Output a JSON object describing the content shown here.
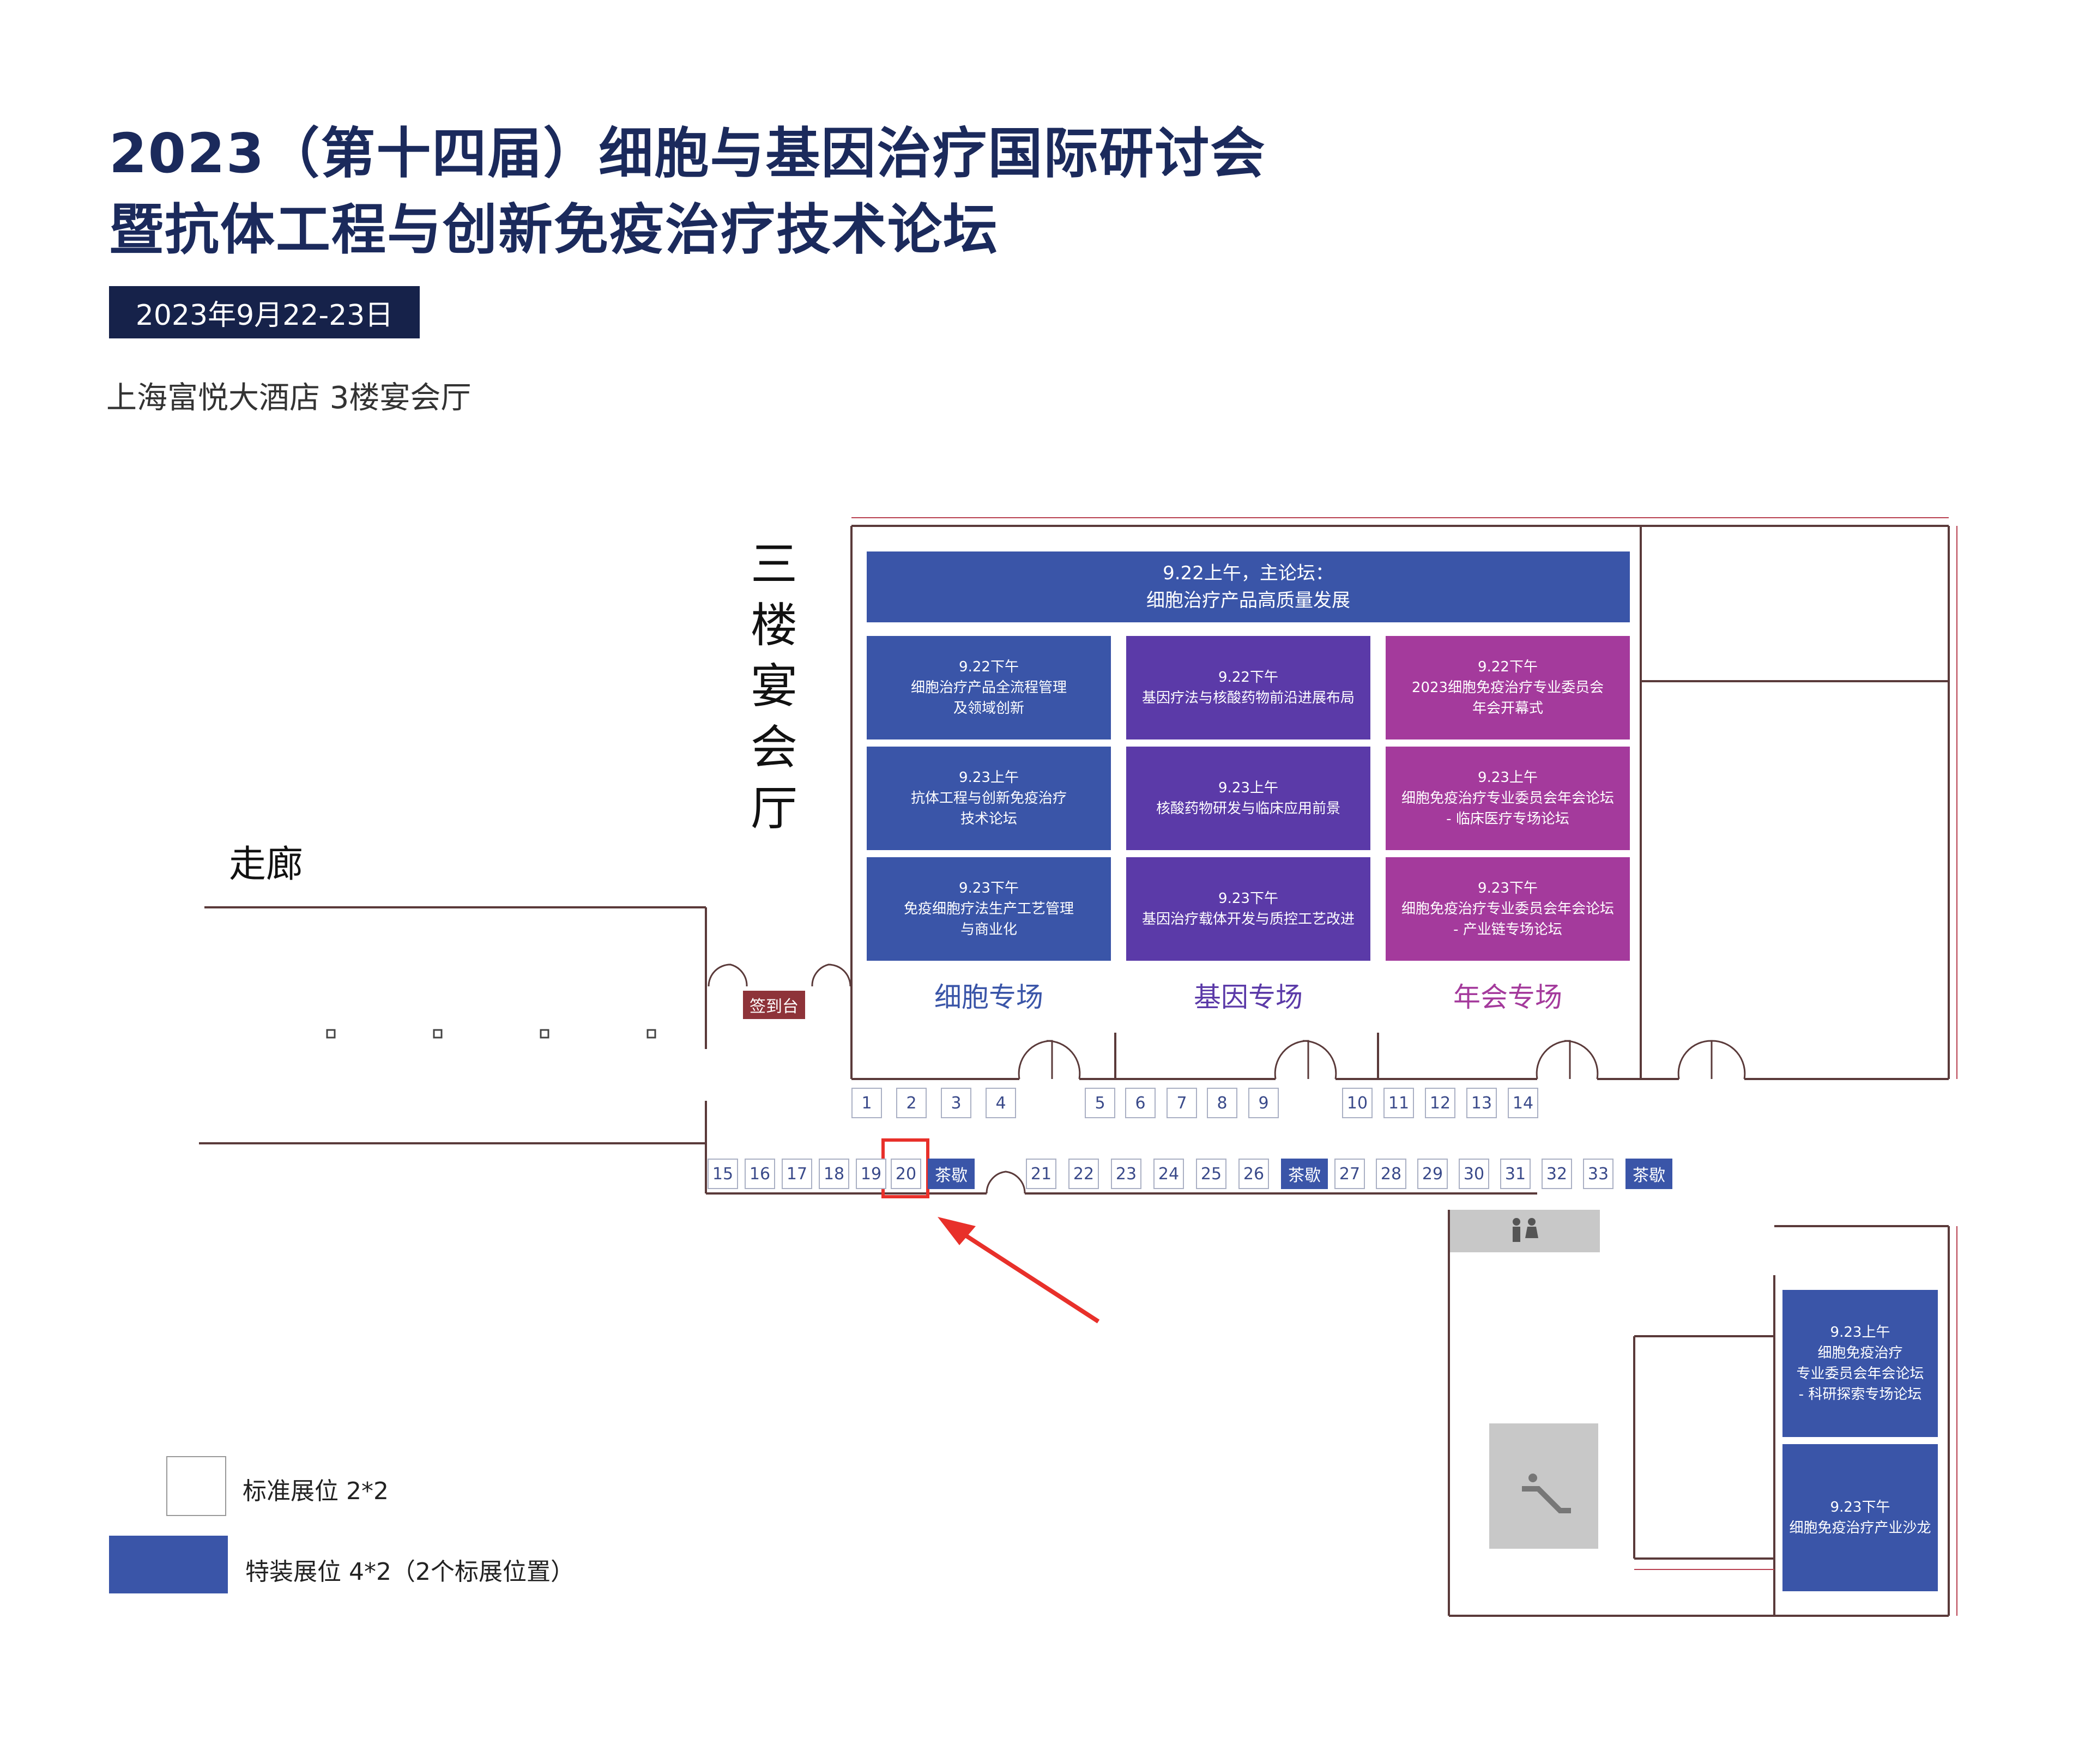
{
  "header": {
    "title_line1": "2023（第十四届）细胞与基因治疗国际研讨会",
    "title_line2": "暨抗体工程与创新免疫治疗技术论坛",
    "date": "2023年9月22-23日",
    "venue": "上海富悦大酒店 3楼宴会厅"
  },
  "hall": {
    "name_chars": [
      "三",
      "楼",
      "宴",
      "会",
      "厅"
    ],
    "corridor": "走廊",
    "signin": "签到台"
  },
  "sessions": {
    "main": {
      "line1": "9.22上午，主论坛：",
      "line2": "细胞治疗产品高质量发展"
    },
    "cell": [
      {
        "time": "9.22下午",
        "l1": "细胞治疗产品全流程管理",
        "l2": "及领域创新"
      },
      {
        "time": "9.23上午",
        "l1": "抗体工程与创新免疫治疗",
        "l2": "技术论坛"
      },
      {
        "time": "9.23下午",
        "l1": "免疫细胞疗法生产工艺管理",
        "l2": "与商业化"
      }
    ],
    "gene": [
      {
        "time": "9.22下午",
        "l1": "基因疗法与核酸药物前沿进展布局"
      },
      {
        "time": "9.23上午",
        "l1": "核酸药物研发与临床应用前景"
      },
      {
        "time": "9.23下午",
        "l1": "基因治疗载体开发与质控工艺改进"
      }
    ],
    "annual": [
      {
        "time": "9.22下午",
        "l1": "2023细胞免疫治疗专业委员会",
        "l2": "年会开幕式"
      },
      {
        "time": "9.23上午",
        "l1": "细胞免疫治疗专业委员会年会论坛",
        "l2": "- 临床医疗专场论坛"
      },
      {
        "time": "9.23下午",
        "l1": "细胞免疫治疗专业委员会年会论坛",
        "l2": "- 产业链专场论坛"
      }
    ],
    "zones": [
      "细胞专场",
      "基因专场",
      "年会专场"
    ],
    "side_room": [
      {
        "time": "9.23上午",
        "l1": "细胞免疫治疗",
        "l2": "专业委员会年会论坛",
        "l3": "- 科研探索专场论坛"
      },
      {
        "time": "9.23下午",
        "l1": "细胞免疫治疗产业沙龙"
      }
    ]
  },
  "booths": {
    "row1": [
      "1",
      "2",
      "3",
      "4",
      "5",
      "6",
      "7",
      "8",
      "9",
      "10",
      "11",
      "12",
      "13",
      "14"
    ],
    "row2a": [
      "15",
      "16",
      "17",
      "18",
      "19",
      "20"
    ],
    "row2b": [
      "21",
      "22",
      "23",
      "24",
      "25",
      "26"
    ],
    "row2c": [
      "27",
      "28",
      "29",
      "30",
      "31",
      "32",
      "33"
    ],
    "tea_break": "茶歇",
    "highlighted": "20"
  },
  "legend": {
    "standard": "标准展位 2*2",
    "special": "特装展位 4*2（2个标展位置）"
  },
  "colors": {
    "navy": "#16224a",
    "blue": "#3a55a8",
    "purple": "#5b3aa8",
    "magenta": "#a43a9c",
    "highlight": "#e8302a",
    "signin": "#8e3339"
  }
}
